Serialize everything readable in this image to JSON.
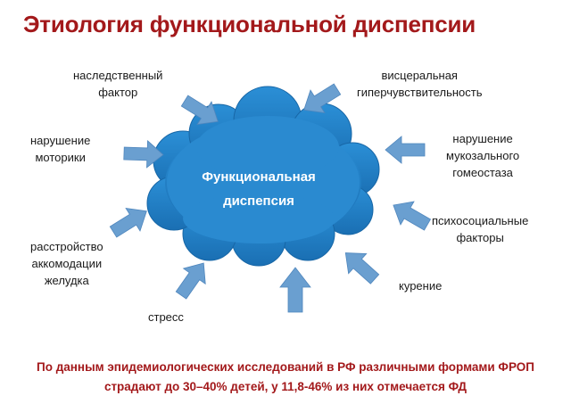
{
  "title": "Этиология функциональной диспепсии",
  "center": {
    "line1": "Функциональная",
    "line2": "диспепсия"
  },
  "factors": {
    "heredity": [
      "наследственный",
      "фактор"
    ],
    "visceral": [
      "висцеральная",
      "гиперчувствительность"
    ],
    "motility": [
      "нарушение",
      "моторики"
    ],
    "mucosal": [
      "нарушение",
      "мукозального",
      "гомеостаза"
    ],
    "accommodation": [
      "расстройство",
      "аккомодации",
      "желудка"
    ],
    "psychosocial": [
      "психосоциальные",
      "факторы"
    ],
    "smoking": [
      "курение"
    ],
    "stress": [
      "стресс"
    ]
  },
  "footer": {
    "line1": "По данным эпидемиологических исследований в РФ различными формами ФРОП",
    "line2": "страдают до 30–40% детей, у 11,8-46% из них отмечается ФД"
  },
  "colors": {
    "title": "#a3191b",
    "cloud": "#1f7fc4",
    "arrow": "#6a9fd0"
  }
}
